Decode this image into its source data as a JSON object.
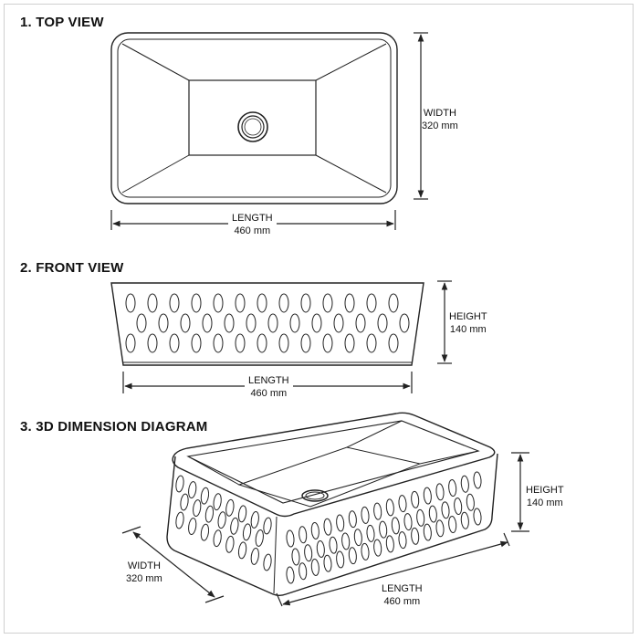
{
  "sections": {
    "top": {
      "title": "1. TOP VIEW",
      "width_label": "WIDTH",
      "width_value": "320 mm",
      "length_label": "LENGTH",
      "length_value": "460 mm"
    },
    "front": {
      "title": "2. FRONT VIEW",
      "height_label": "HEIGHT",
      "height_value": "140 mm",
      "length_label": "LENGTH",
      "length_value": "460 mm"
    },
    "iso": {
      "title": "3. 3D DIMENSION DIAGRAM",
      "height_label": "HEIGHT",
      "height_value": "140 mm",
      "width_label": "WIDTH",
      "width_value": "320 mm",
      "length_label": "LENGTH",
      "length_value": "460 mm"
    }
  },
  "colors": {
    "line": "#222222",
    "frame": "#cfcfcf"
  }
}
